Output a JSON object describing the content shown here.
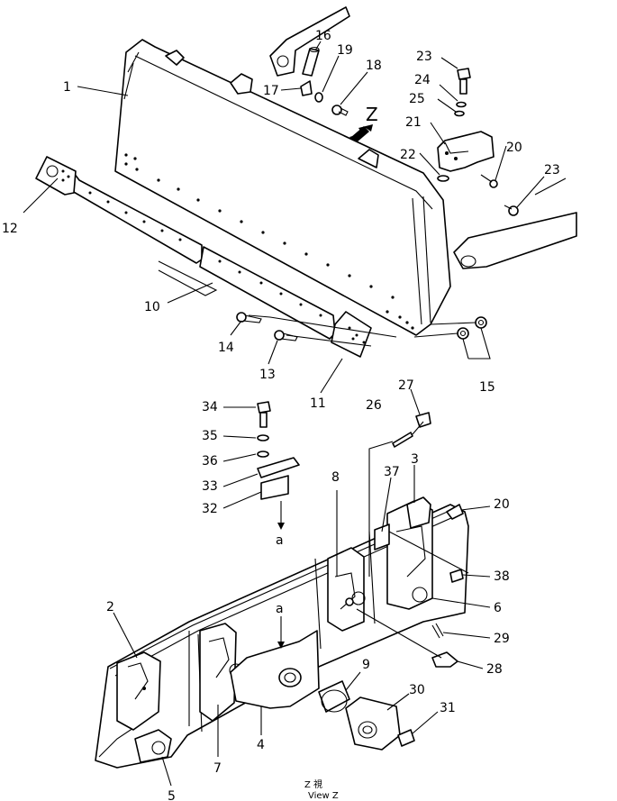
{
  "callouts": {
    "n1": "1",
    "n2": "2",
    "n3": "3",
    "n4": "4",
    "n5": "5",
    "n6": "6",
    "n7": "7",
    "n8": "8",
    "n9": "9",
    "n10": "10",
    "n11": "11",
    "n12": "12",
    "n13": "13",
    "n14": "14",
    "n15": "15",
    "n16": "16",
    "n17": "17",
    "n18": "18",
    "n19": "19",
    "n20": "20",
    "n21": "21",
    "n22": "22",
    "n23": "23",
    "n24": "24",
    "n25": "25",
    "n26": "26",
    "n27": "27",
    "n28": "28",
    "n29": "29",
    "n30": "30",
    "n31": "31",
    "n32": "32",
    "n33": "33",
    "n34": "34",
    "n35": "35",
    "n36": "36",
    "n37": "37",
    "n38": "38"
  },
  "markers": {
    "view_arrow": "Z",
    "detail_a": "a",
    "detail_a_target": "a"
  },
  "caption": {
    "line1": "Z  視",
    "line2": "View Z"
  }
}
